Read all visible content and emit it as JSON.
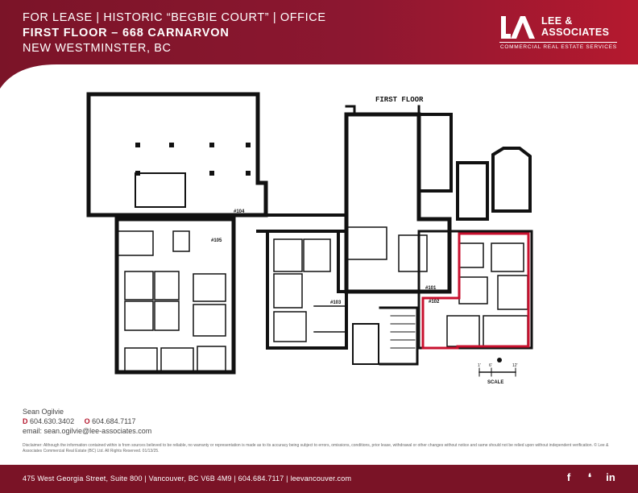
{
  "header": {
    "line1": "FOR LEASE | HISTORIC “BEGBIE COURT” | OFFICE",
    "line2": "FIRST FLOOR – 668 CARNARVON",
    "line3": "NEW WESTMINSTER, BC"
  },
  "logo": {
    "name_line1": "LEE &",
    "name_line2": "ASSOCIATES",
    "tagline": "COMMERCIAL REAL ESTATE SERVICES"
  },
  "plan": {
    "title": "FIRST FLOOR",
    "scale_label": "SCALE",
    "scale_ticks": [
      "1'",
      "6'",
      "12'"
    ],
    "room_labels": [
      "#104",
      "#105",
      "#103",
      "#101",
      "#102"
    ]
  },
  "contact": {
    "name": "Sean Ogilvie",
    "direct_label": "D",
    "direct": "604.630.3402",
    "office_label": "O",
    "office": "604.684.7117",
    "email": "email: sean.ogilvie@lee-associates.com"
  },
  "disclaimer": "Disclaimer:  Although the information contained within is from sources believed to be reliable, no warranty or representation is made as to its accuracy being subject to errors, omissions, conditions, prior lease, withdrawal or other changes without notice and same should not be relied upon without independent verification. © Lee & Associates Commercial Real Estate (BC) Ltd. All Rights Reserved. 01/13/25.",
  "footer": {
    "address": "475 West Georgia Street,  Suite 800  |  Vancouver, BC  V6B 4M9  |  604.684.7117  |  leevancouver.com",
    "social": [
      "f",
      "❛",
      "in"
    ]
  },
  "colors": {
    "brand_red": "#b4182e",
    "brand_dark": "#7a1326",
    "highlight": "#c8102e"
  }
}
